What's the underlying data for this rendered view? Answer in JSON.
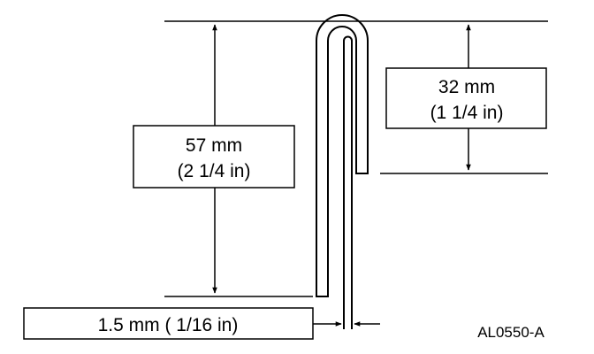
{
  "dimensions": {
    "overall": {
      "metric": "57 mm",
      "imperial": "(2 1/4 in)"
    },
    "fold": {
      "metric": "32 mm",
      "imperial": "(1 1/4 in)"
    },
    "thickness": {
      "label": "1.5 mm ( 1/16 in)"
    }
  },
  "figure_code": "AL0550-A"
}
